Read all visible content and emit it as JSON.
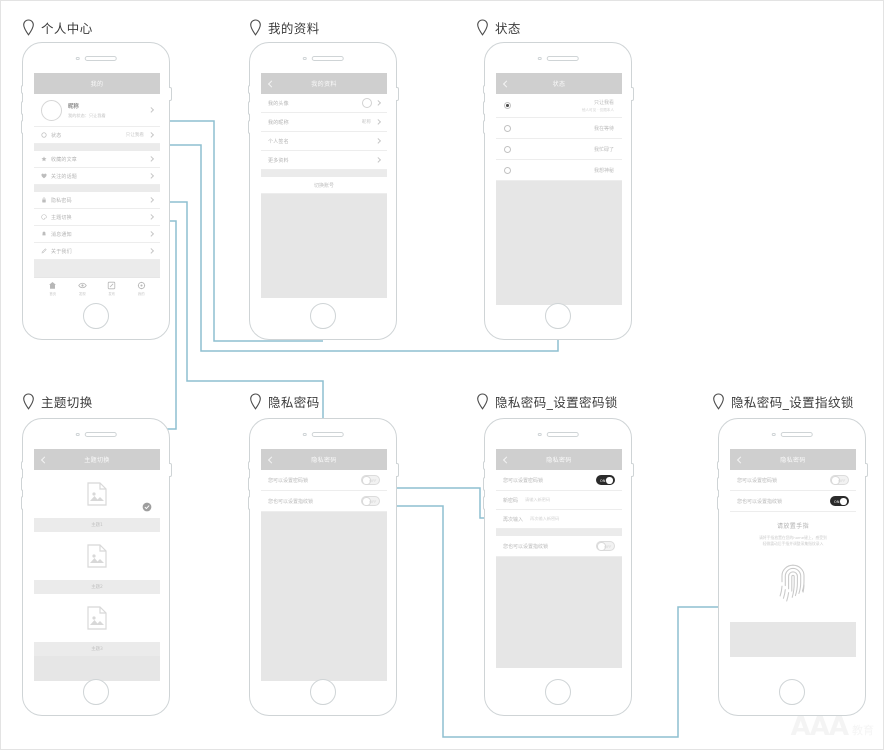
{
  "diagram": {
    "title": "App Wireframe Flow - Personal Center",
    "connector_color": "#8ebfd0",
    "frame_color": "#cfd4d6",
    "nav_bg": "#cfcfcf",
    "watermark": {
      "mark": "AAA",
      "suffix": "教育"
    }
  },
  "screens": [
    {
      "id": "personal-center",
      "label": "个人中心",
      "nav": {
        "title": "我的",
        "back": false
      },
      "profile": {
        "nickname": "昵称",
        "subtitle": "我的状态：只让我看"
      },
      "status_row": {
        "icon": "gear-icon",
        "label": "状态",
        "value": "只让我看"
      },
      "menu_group_1": [
        {
          "icon": "star-icon",
          "label": "收藏的文章"
        },
        {
          "icon": "heart-icon",
          "label": "关注的话题"
        }
      ],
      "menu_group_2": [
        {
          "icon": "lock-icon",
          "label": "隐私密码"
        },
        {
          "icon": "palette-icon",
          "label": "主题切换"
        },
        {
          "icon": "bell-icon",
          "label": "消息通知"
        },
        {
          "icon": "pencil-icon",
          "label": "关于我们"
        }
      ],
      "tabbar": [
        {
          "icon": "home-icon",
          "label": "首页"
        },
        {
          "icon": "eye-icon",
          "label": "发现"
        },
        {
          "icon": "compose-icon",
          "label": "发布"
        },
        {
          "icon": "person-icon",
          "label": "我的"
        }
      ]
    },
    {
      "id": "my-profile",
      "label": "我的资料",
      "nav": {
        "title": "我的资料",
        "back": true
      },
      "rows": [
        {
          "label": "我的头像",
          "value": "",
          "avatar": true
        },
        {
          "label": "我的昵称",
          "value": "昵称",
          "avatar": false
        },
        {
          "label": "个人签名",
          "value": "",
          "avatar": false
        },
        {
          "label": "更多资料",
          "value": "",
          "avatar": false
        }
      ],
      "switch_account": "切换账号"
    },
    {
      "id": "status",
      "label": "状态",
      "nav": {
        "title": "状态",
        "back": true
      },
      "options": [
        {
          "main": "只让我看",
          "sub": "他人可见 · 仅限本人",
          "selected": true
        },
        {
          "main": "我在等待",
          "sub": "",
          "selected": false
        },
        {
          "main": "我忙碌了",
          "sub": "",
          "selected": false
        },
        {
          "main": "我想神秘",
          "sub": "",
          "selected": false
        }
      ]
    },
    {
      "id": "theme-switch",
      "label": "主题切换",
      "nav": {
        "title": "主题切换",
        "back": true
      },
      "cards": [
        {
          "caption": "主题1",
          "selected": true
        },
        {
          "caption": "主题2",
          "selected": false
        },
        {
          "caption": "主题3",
          "selected": false
        }
      ]
    },
    {
      "id": "privacy-password",
      "label": "隐私密码",
      "nav": {
        "title": "隐私密码",
        "back": true
      },
      "toggles": [
        {
          "label": "您可以设置密码锁",
          "on": false,
          "state_text": "OFF"
        },
        {
          "label": "您也可以设置指纹锁",
          "on": false,
          "state_text": "OFF"
        }
      ]
    },
    {
      "id": "privacy-password-set-passcode",
      "label": "隐私密码_设置密码锁",
      "nav": {
        "title": "隐私密码",
        "back": true
      },
      "toggle_top": {
        "label": "您可以设置密码锁",
        "on": true,
        "state_text": "ON"
      },
      "inputs": [
        {
          "label": "新密码",
          "placeholder": "请输入新密码"
        },
        {
          "label": "再次输入",
          "placeholder": "再次输入新密码"
        }
      ],
      "toggle_bottom": {
        "label": "您也可以设置指纹锁",
        "on": false,
        "state_text": "OFF"
      }
    },
    {
      "id": "privacy-password-set-fingerprint",
      "label": "隐私密码_设置指纹锁",
      "nav": {
        "title": "隐私密码",
        "back": true
      },
      "toggle_top": {
        "label": "您可以设置密码锁",
        "on": false,
        "state_text": "OFF"
      },
      "toggle_bottom": {
        "label": "您也可以设置指纹锁",
        "on": true,
        "state_text": "ON"
      },
      "fingerprint": {
        "title": "请放置手指",
        "desc_line1": "请将手指放置在您的home键上，感受到",
        "desc_line2": "轻微震动后手指并调整采集指纹录入",
        "icon": "fingerprint-icon"
      }
    }
  ]
}
